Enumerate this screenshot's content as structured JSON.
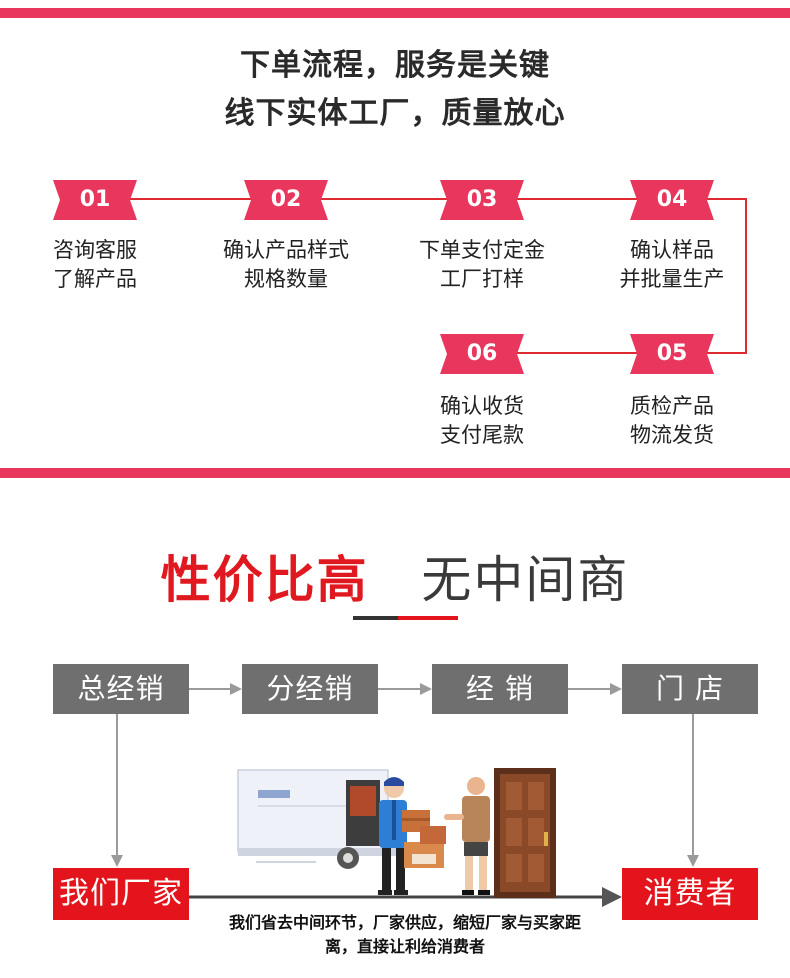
{
  "process": {
    "headline1": "下单流程，服务是关键",
    "headline2": "线下实体工厂，质量放心",
    "steps": [
      {
        "num": "01",
        "line1": "咨询客服",
        "line2": "了解产品"
      },
      {
        "num": "02",
        "line1": "确认产品样式",
        "line2": "规格数量"
      },
      {
        "num": "03",
        "line1": "下单支付定金",
        "line2": "工厂打样"
      },
      {
        "num": "04",
        "line1": "确认样品",
        "line2": "并批量生产"
      },
      {
        "num": "05",
        "line1": "质检产品",
        "line2": "物流发货"
      },
      {
        "num": "06",
        "line1": "确认收货",
        "line2": "支付尾款"
      }
    ]
  },
  "value": {
    "title_red": "性价比高",
    "title_gray": "无中间商",
    "chain": [
      "总经销",
      "分经销",
      "经 销",
      "门 店"
    ],
    "factory": "我们厂家",
    "consumer": "消费者",
    "caption_line1": "我们省去中间环节，厂家供应，缩短厂家与买家距",
    "caption_line2": "离，直接让利给消费者"
  },
  "colors": {
    "accent": "#e8365d",
    "red": "#e3141b",
    "gray_box": "#6f6f6f"
  }
}
